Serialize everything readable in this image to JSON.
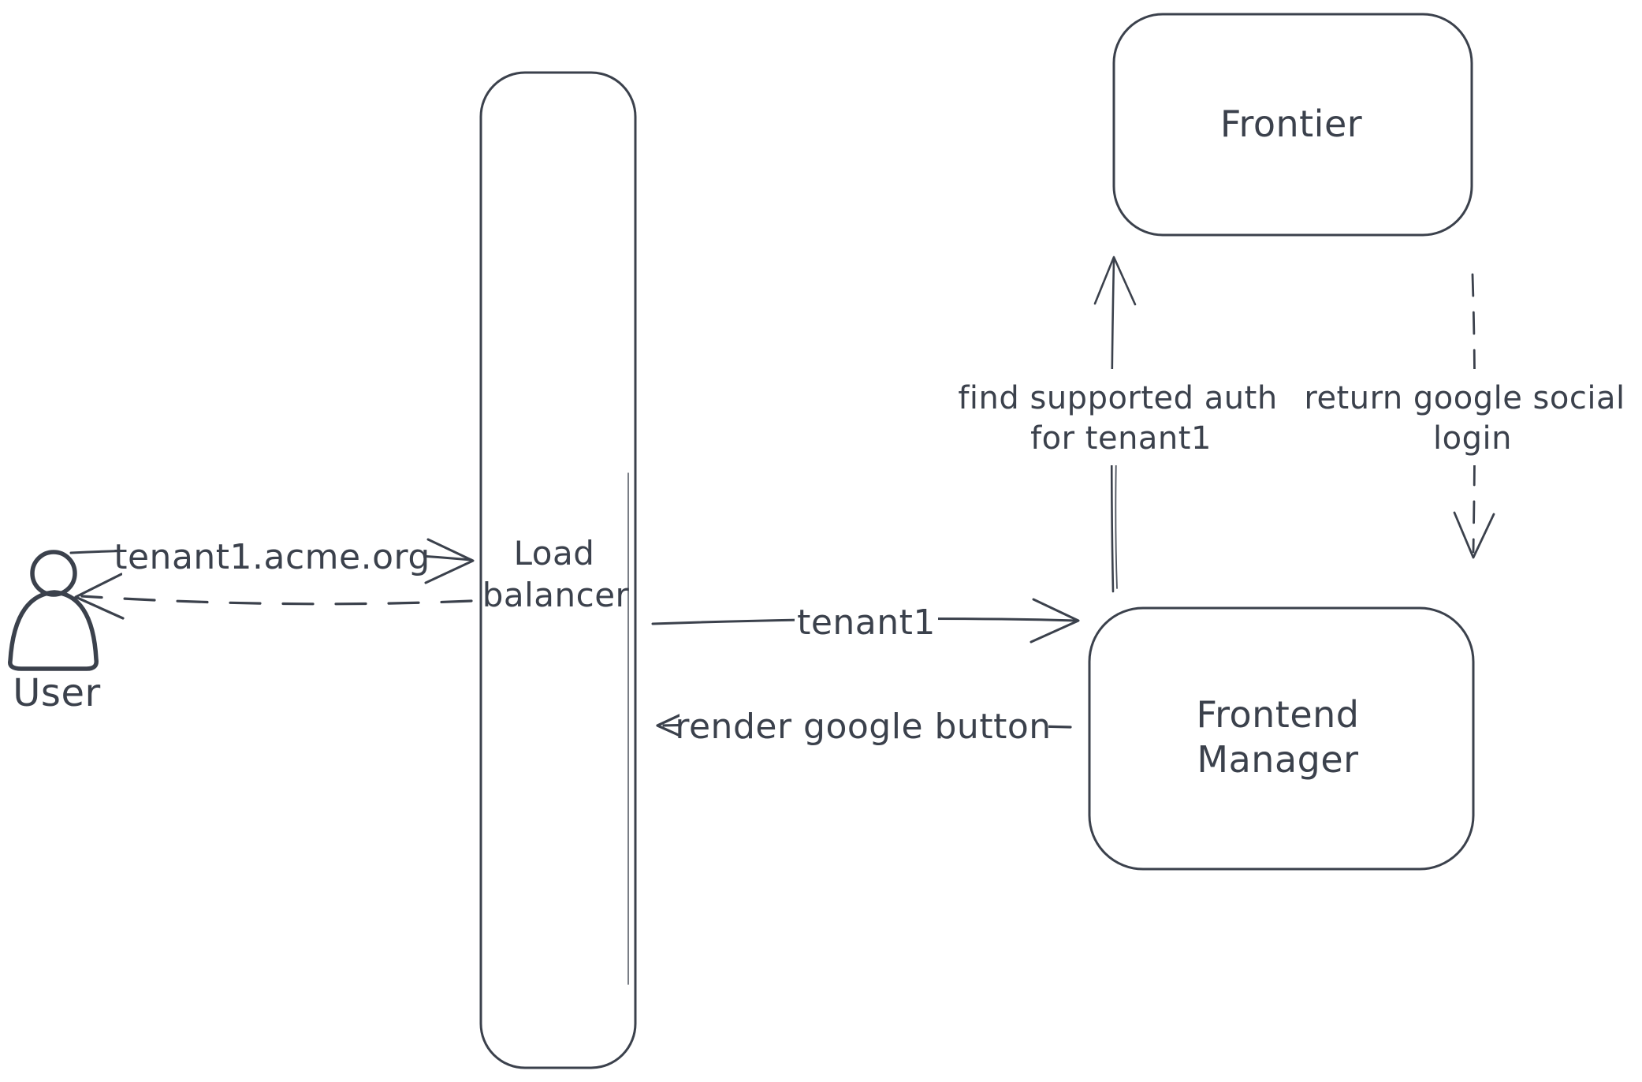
{
  "diagram": {
    "type": "sequence-architecture-sketch",
    "colors": {
      "background": "#ffffff",
      "stroke": "#3b414c",
      "hatch_fill": "#ccd4de"
    },
    "nodes": {
      "user": {
        "label": "User",
        "kind": "actor"
      },
      "load_balancer": {
        "line1": "Load",
        "line2": "balancer",
        "kind": "tall-rounded-rect"
      },
      "frontier": {
        "label": "Frontier",
        "kind": "rounded-rect"
      },
      "frontend_manager": {
        "line1": "Frontend",
        "line2": "Manager",
        "kind": "rounded-rect"
      }
    },
    "edges": {
      "user_to_lb": {
        "label": "tenant1.acme.org",
        "style": "solid",
        "direction": "right",
        "from": "user",
        "to": "load_balancer"
      },
      "lb_to_user": {
        "label": "",
        "style": "dashed",
        "direction": "left",
        "from": "load_balancer",
        "to": "user"
      },
      "lb_to_fm": {
        "label": "tenant1",
        "style": "solid",
        "direction": "right",
        "from": "load_balancer",
        "to": "frontend_manager"
      },
      "fm_to_lb": {
        "label": "render google button",
        "style": "dashed",
        "direction": "left",
        "from": "frontend_manager",
        "to": "load_balancer"
      },
      "fm_to_frontier": {
        "label_line1": "find supported auth",
        "label_line2": "for tenant1",
        "style": "solid",
        "direction": "up",
        "from": "frontend_manager",
        "to": "frontier"
      },
      "frontier_to_fm": {
        "label_line1": "return google social",
        "label_line2": "login",
        "style": "dashed",
        "direction": "down",
        "from": "frontier",
        "to": "frontend_manager"
      }
    }
  }
}
